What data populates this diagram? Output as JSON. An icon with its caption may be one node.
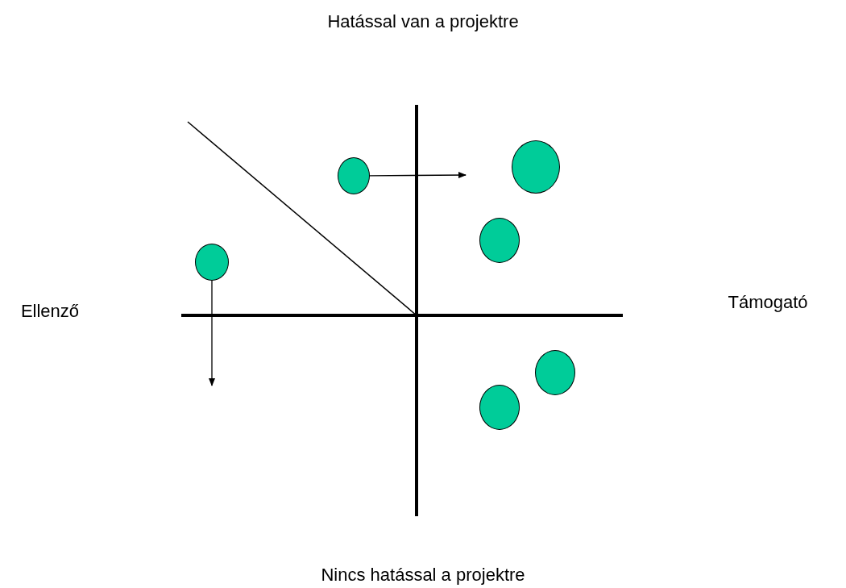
{
  "diagram": {
    "nodes": [
      {
        "text": [],
        "shape": "circle"
      },
      {
        "text": [],
        "shape": "circle"
      },
      {
        "text": [],
        "shape": "circle"
      },
      {
        "text": [],
        "shape": "circle"
      },
      {
        "text": [],
        "shape": "circle"
      },
      {
        "text": [],
        "shape": "circle"
      }
    ],
    "edges": [
      {
        "from": 1,
        "to": null,
        "arrow": "to"
      },
      {
        "from": 0,
        "to": null,
        "arrow": "to"
      }
    ],
    "labels": [
      "Hatással van a projektre",
      "Ellenző",
      "Támogató",
      "Nincs hatással a projektre"
    ]
  }
}
